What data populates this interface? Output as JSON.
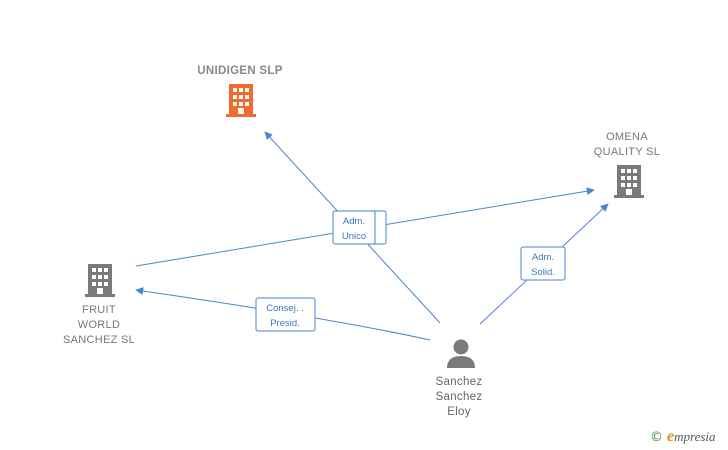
{
  "colors": {
    "edge": "#4a86cf",
    "building_gray": "#7a7a7a",
    "building_main": "#f26a2e",
    "person": "#7a7a7a"
  },
  "nodes": {
    "unidigen": {
      "label_lines": [
        "UNIDIGEN  SLP"
      ],
      "icon": "building-icon"
    },
    "omena": {
      "label_lines": [
        "OMENA",
        "QUALITY SL"
      ],
      "icon": "building-icon"
    },
    "fruit": {
      "label_lines": [
        "FRUIT",
        "WORLD",
        "SANCHEZ  SL"
      ],
      "icon": "building-icon"
    },
    "person": {
      "label_lines": [
        "Sanchez",
        "Sanchez",
        "Eloy"
      ],
      "icon": "person-icon"
    }
  },
  "edges": {
    "adm_unico": {
      "lines": [
        "Adm.",
        "Unico"
      ]
    },
    "adm_unico_back": {
      "lines": [
        "",
        ""
      ]
    },
    "adm_solid": {
      "lines": [
        "Adm.",
        "Solid."
      ]
    },
    "consej_presid": {
      "lines": [
        "Consej. .",
        "Presid."
      ]
    }
  },
  "brand": {
    "copyright": "©",
    "e": "e",
    "rest": "mpresia"
  }
}
